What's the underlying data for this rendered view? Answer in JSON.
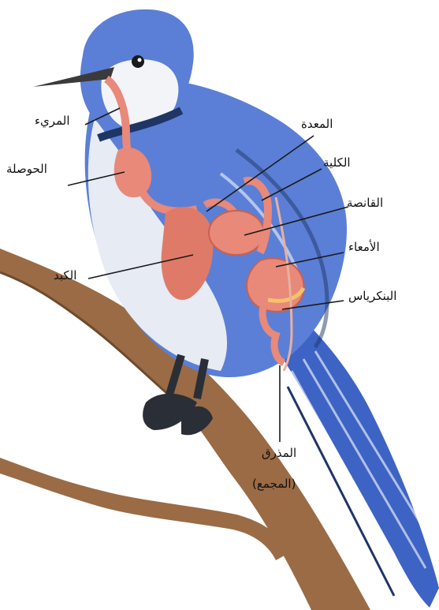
{
  "labels": {
    "esophagus": "المريء",
    "crop": "الحوصلة",
    "stomach": "المعدة",
    "kidney": "الكلية",
    "gizzard": "القانصة",
    "intestines": "الأمعاء",
    "liver": "الكبد",
    "pancreas": "البنكرياس",
    "cloaca": "المذرق",
    "cloaca_alt": "(المجمع)"
  },
  "colors": {
    "plumage_blue": "#5b7fd6",
    "plumage_dark": "#1f3566",
    "belly": "#e6ebf4",
    "organ": "#e8897a",
    "organ_dark": "#c9604f",
    "branch": "#9a6b45",
    "leader": "#1a1a1a"
  }
}
